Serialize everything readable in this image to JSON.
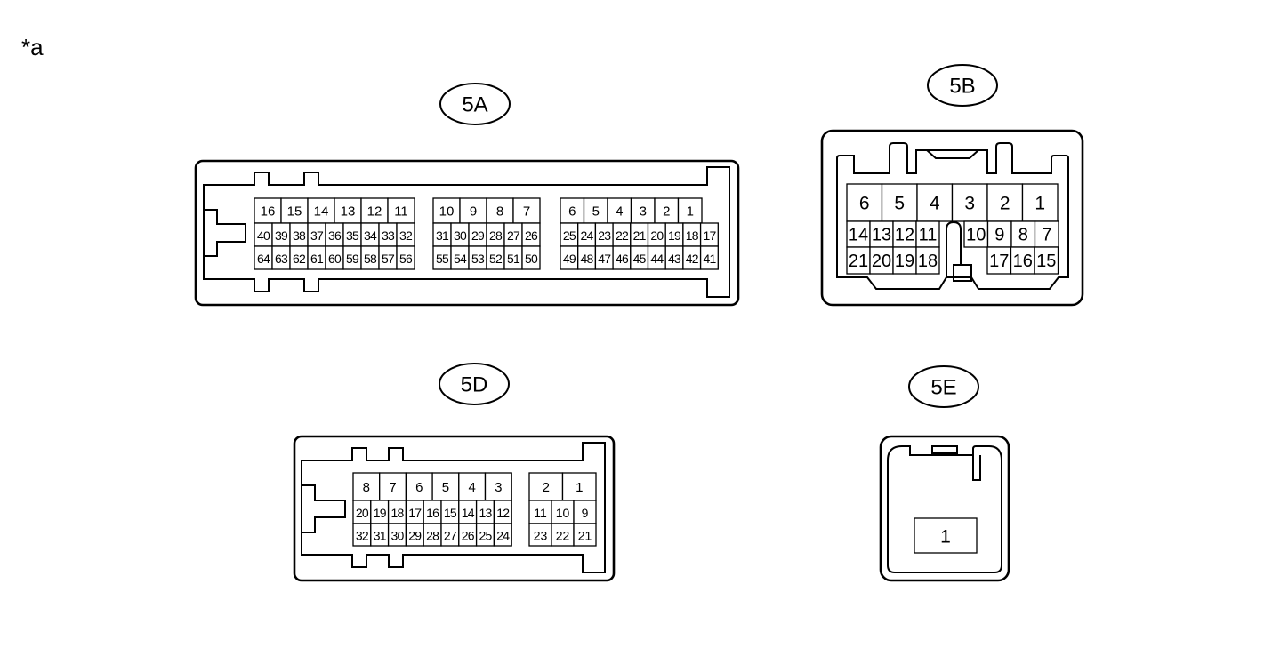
{
  "figure_tag": "*a",
  "connectors": {
    "c5a": {
      "label": "5A",
      "row1": [
        "16",
        "15",
        "14",
        "13",
        "12",
        "11",
        "10",
        "9",
        "8",
        "7",
        "6",
        "5",
        "4",
        "3",
        "2",
        "1"
      ],
      "row2": [
        "40",
        "39",
        "38",
        "37",
        "36",
        "35",
        "34",
        "33",
        "32",
        "31",
        "30",
        "29",
        "28",
        "27",
        "26",
        "25",
        "24",
        "23",
        "22",
        "21",
        "20",
        "19",
        "18",
        "17"
      ],
      "row3": [
        "64",
        "63",
        "62",
        "61",
        "60",
        "59",
        "58",
        "57",
        "56",
        "55",
        "54",
        "53",
        "52",
        "51",
        "50",
        "49",
        "48",
        "47",
        "46",
        "45",
        "44",
        "43",
        "42",
        "41"
      ]
    },
    "c5b": {
      "label": "5B",
      "row1": [
        "6",
        "5",
        "4",
        "3",
        "2",
        "1"
      ],
      "row2_left": [
        "14",
        "13",
        "12",
        "11"
      ],
      "row2_right": [
        "10",
        "9",
        "8",
        "7"
      ],
      "row3_left": [
        "21",
        "20",
        "19",
        "18"
      ],
      "row3_right": [
        "17",
        "16",
        "15"
      ]
    },
    "c5d": {
      "label": "5D",
      "row1": [
        "8",
        "7",
        "6",
        "5",
        "4",
        "3",
        "2",
        "1"
      ],
      "row2": [
        "20",
        "19",
        "18",
        "17",
        "16",
        "15",
        "14",
        "13",
        "12",
        "11",
        "10",
        "9"
      ],
      "row3": [
        "32",
        "31",
        "30",
        "29",
        "28",
        "27",
        "26",
        "25",
        "24",
        "23",
        "22",
        "21"
      ]
    },
    "c5e": {
      "label": "5E",
      "pin": "1"
    }
  }
}
